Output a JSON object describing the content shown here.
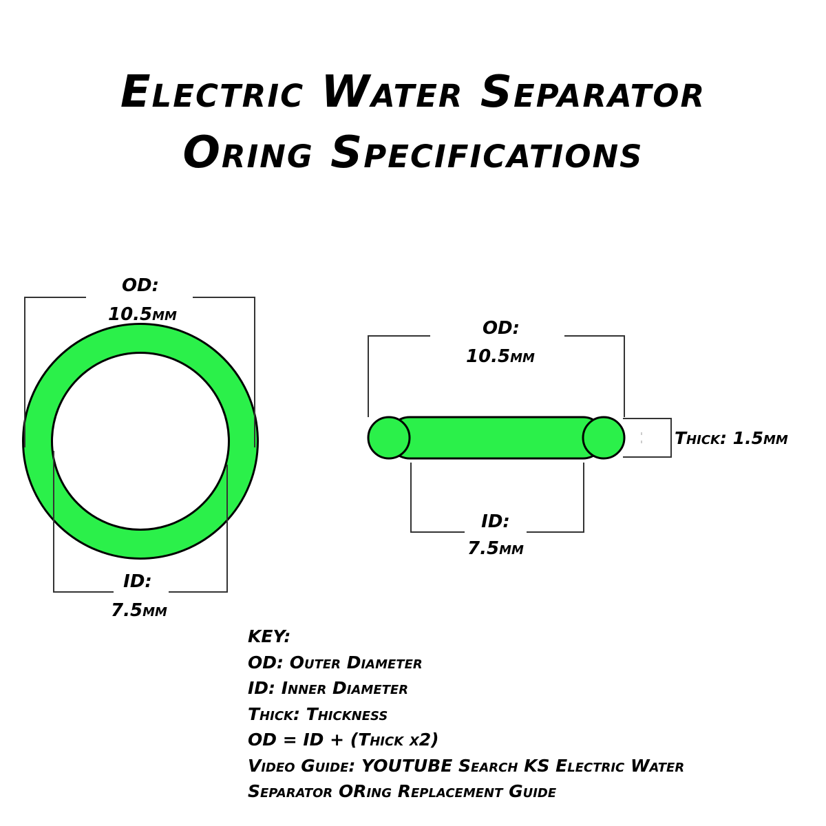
{
  "title": {
    "line1": "Electric Water Separator",
    "line2": "Oring Specifications"
  },
  "front_view": {
    "od_label": "OD:",
    "od_value": "10.5mm",
    "id_label": "ID:",
    "id_value": "7.5mm"
  },
  "side_view": {
    "od_label": "OD:",
    "od_value": "10.5mm",
    "id_label": "ID:",
    "id_value": "7.5mm",
    "thick_label": "Thick: 1.5mm"
  },
  "key": {
    "heading": "KEY:",
    "lines": [
      "OD: Outer Diameter",
      "ID: Inner Diameter",
      "Thick: Thickness",
      "OD = ID + (Thick x2)",
      "Video Guide: YOUTUBE Search KS Electric Water",
      "Separator ORing Replacement Guide"
    ]
  },
  "colors": {
    "ring_fill": "#2bf04a",
    "outline": "#000000",
    "dimension_line": "#333333"
  }
}
